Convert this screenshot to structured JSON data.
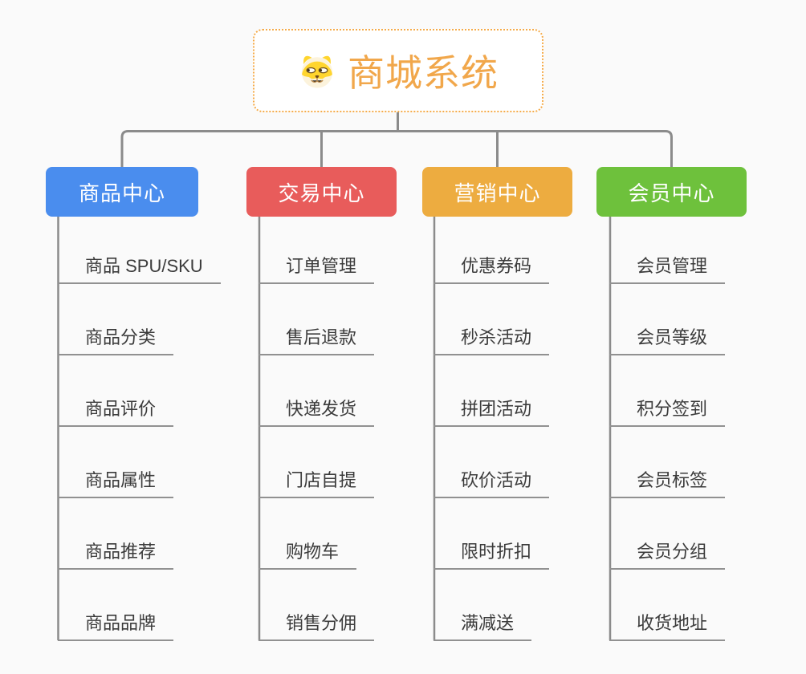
{
  "theme": {
    "page_bg": "#fafafa",
    "connector_color": "#8b8b8b",
    "underline_color": "#919191",
    "item_text_color": "#3b3b3b",
    "root_bg": "#ffffff",
    "root_border_color": "#f5ab49",
    "root_text_color": "#f1a74b",
    "branch_text_color": "#ffffff"
  },
  "root": {
    "label": "商城系统",
    "icon": "doge-icon"
  },
  "branches": [
    {
      "label": "商品中心",
      "color": "#4a8dee",
      "items": [
        "商品 SPU/SKU",
        "商品分类",
        "商品评价",
        "商品属性",
        "商品推荐",
        "商品品牌"
      ]
    },
    {
      "label": "交易中心",
      "color": "#e85c5b",
      "items": [
        "订单管理",
        "售后退款",
        "快递发货",
        "门店自提",
        "购物车",
        "销售分佣"
      ]
    },
    {
      "label": "营销中心",
      "color": "#edac40",
      "items": [
        "优惠券码",
        "秒杀活动",
        "拼团活动",
        "砍价活动",
        "限时折扣",
        "满减送"
      ]
    },
    {
      "label": "会员中心",
      "color": "#6ec13c",
      "items": [
        "会员管理",
        "会员等级",
        "积分签到",
        "会员标签",
        "会员分组",
        "收货地址"
      ]
    }
  ]
}
